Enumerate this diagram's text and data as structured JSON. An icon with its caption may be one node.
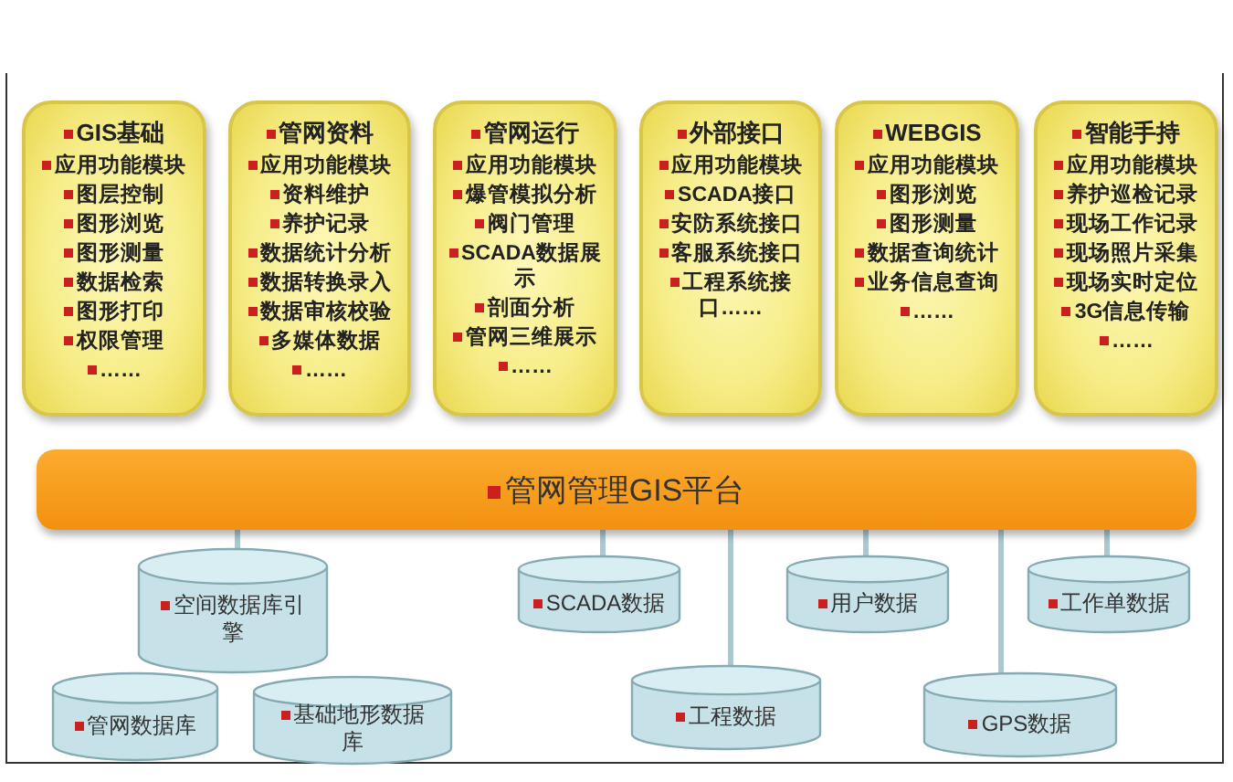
{
  "diagram": {
    "nodes": [
      {
        "text": [
          "GIS基础",
          "应用功能模块",
          "图层控制",
          "图形浏览",
          "图形测量",
          "数据检索",
          "图形打印",
          "权限管理",
          "……"
        ]
      },
      {
        "text": [
          "管网资料",
          "应用功能模块",
          "资料维护",
          "养护记录",
          "数据统计分析",
          "数据转换录入",
          "数据审核校验",
          "多媒体数据",
          "……"
        ]
      },
      {
        "text": [
          "管网运行",
          "应用功能模块",
          "爆管模拟分析",
          "阀门管理",
          "SCADA数据展示",
          "剖面分析",
          "管网三维展示",
          "……"
        ]
      },
      {
        "text": [
          "外部接口",
          "应用功能模块",
          "SCADA接口",
          "安防系统接口",
          "客服系统接口",
          "工程系统接口……"
        ]
      },
      {
        "text": [
          "WEBGIS",
          "应用功能模块",
          "图形浏览",
          "图形测量",
          "数据查询统计",
          "业务信息查询",
          "……"
        ]
      },
      {
        "text": [
          "智能手持",
          "应用功能模块",
          "养护巡检记录",
          "现场工作记录",
          "现场照片采集",
          "现场实时定位",
          "3G信息传输",
          "……"
        ]
      },
      {
        "text": [
          "管网管理GIS平台"
        ]
      },
      {
        "text": [
          "空间数据库引擎"
        ]
      },
      {
        "text": [
          "SCADA数据"
        ]
      },
      {
        "text": [
          "用户数据"
        ]
      },
      {
        "text": [
          "工作单数据"
        ]
      },
      {
        "text": [
          "管网数据库"
        ]
      },
      {
        "text": [
          "基础地形数据库"
        ]
      },
      {
        "text": [
          "工程数据"
        ]
      },
      {
        "text": [
          "GPS数据"
        ]
      }
    ],
    "edges": [
      {
        "from": 6,
        "to": 7,
        "arrow": "none"
      },
      {
        "from": 6,
        "to": 8,
        "arrow": "none"
      },
      {
        "from": 6,
        "to": 13,
        "arrow": "none"
      },
      {
        "from": 6,
        "to": 9,
        "arrow": "none"
      },
      {
        "from": 6,
        "to": 14,
        "arrow": "none"
      },
      {
        "from": 6,
        "to": 10,
        "arrow": "none"
      }
    ]
  }
}
